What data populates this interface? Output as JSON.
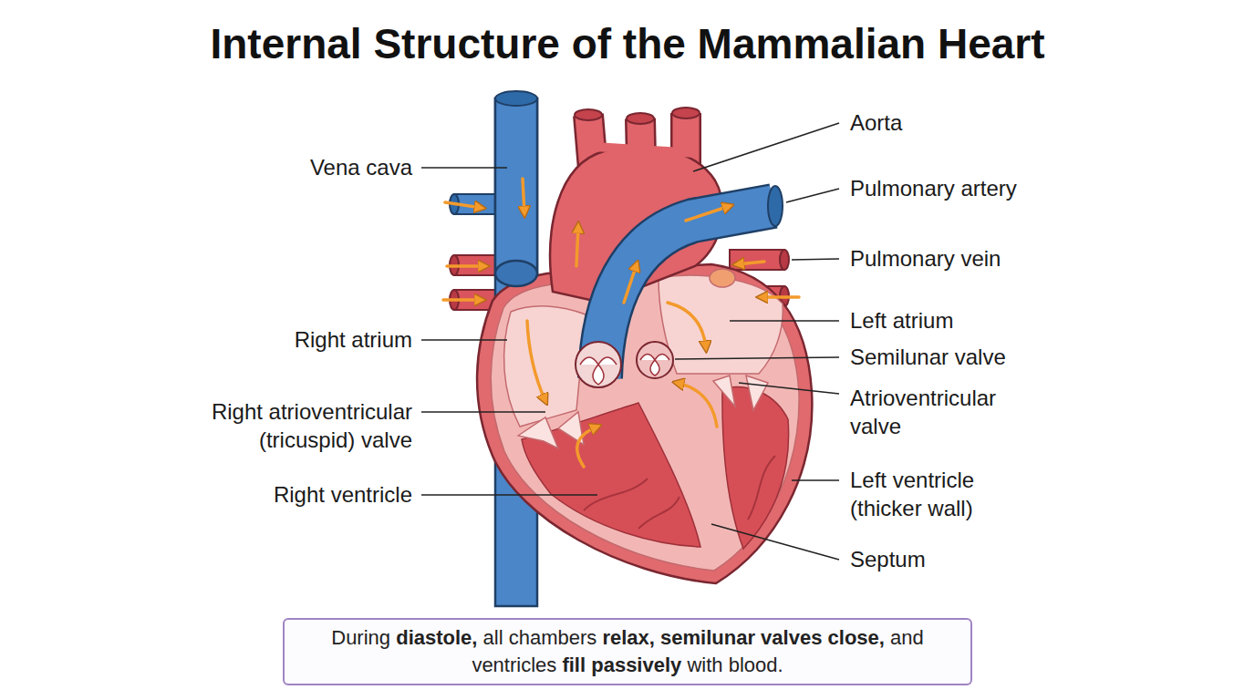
{
  "diagram": {
    "title": "Internal Structure of the Mammalian Heart",
    "caption": "During diastole, all chambers relax, semilunar valves close, and ventricles fill passively with blood.",
    "labels": [
      "Vena cava",
      "Right atrium",
      "Right atrioventricular (tricuspid) valve",
      "Right ventricle",
      "Aorta",
      "Pulmonary artery",
      "Pulmonary vein",
      "Left atrium",
      "Semilunar valve",
      "Atrioventricular valve",
      "Left ventricle (thicker wall)",
      "Septum"
    ]
  }
}
